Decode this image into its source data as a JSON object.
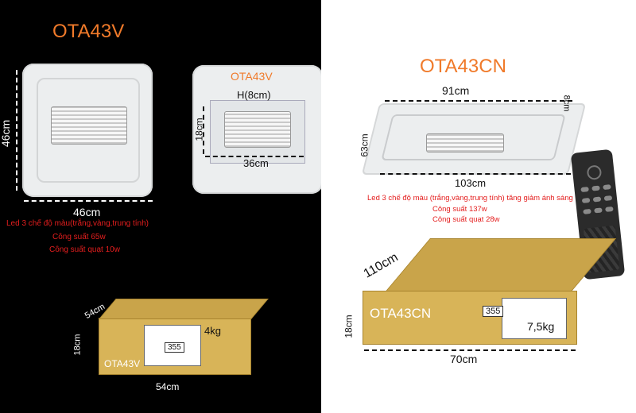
{
  "left": {
    "title": "OTA43V",
    "unit1": {
      "height": "46cm",
      "width": "46cm"
    },
    "unit2": {
      "label": "OTA43V",
      "height_label": "H(8cm)",
      "depth": "18cm",
      "width": "36cm"
    },
    "specs": [
      "Led 3 chế độ màu(trắng,vàng,trung tính)",
      "Công suất 65w",
      "Công suất quạt 10w"
    ],
    "box": {
      "depth": "54cm",
      "height": "18cm",
      "width": "54cm",
      "weight": "4kg",
      "code": "355",
      "model": "OTA43V"
    }
  },
  "right": {
    "title": "OTA43CN",
    "unit": {
      "top_width": "91cm",
      "height": "8cm",
      "depth": "63cm",
      "width": "103cm"
    },
    "specs": [
      "Led 3 chế độ màu (trắng,vàng,trung tính) tăng giảm ánh sáng",
      "Công suất 137w",
      "Công suất quạt 28w"
    ],
    "box": {
      "depth": "110cm",
      "height": "18cm",
      "width": "70cm",
      "weight": "7,5kg",
      "code": "355",
      "model": "OTA43CN"
    }
  },
  "colors": {
    "accent": "#f07a2a",
    "spec_red": "#e41e1e",
    "box": "#d8b458"
  }
}
